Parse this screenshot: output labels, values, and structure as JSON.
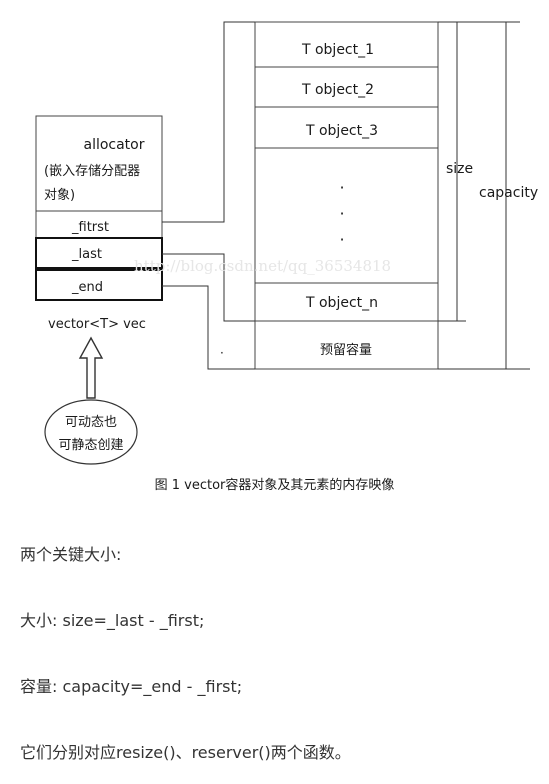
{
  "diagram": {
    "allocator": {
      "title": "allocator",
      "desc_line1": "(嵌入存储分配器",
      "desc_line2": "对象)"
    },
    "pointers": [
      "_fitrst",
      "_last",
      "_end"
    ],
    "vector_label": "vector<T> vec",
    "note_line1": "可动态也",
    "note_line2": "可静态创建",
    "objects": [
      "T object_1",
      "T object_2",
      "T object_3",
      "T object_n"
    ],
    "ellipsis": "·",
    "reserved": "预留容量",
    "size_label": "size",
    "capacity_label": "capacity",
    "watermark": "http://blog.csdn.net/qq_36534818",
    "dot_mark": "·"
  },
  "caption": "图 1  vector容器对象及其元素的内存映像",
  "paragraphs": [
    "两个关键大小:",
    "大小: size=_last - _first;",
    "容量: capacity=_end - _first;",
    "它们分别对应resize()、reserver()两个函数。"
  ]
}
